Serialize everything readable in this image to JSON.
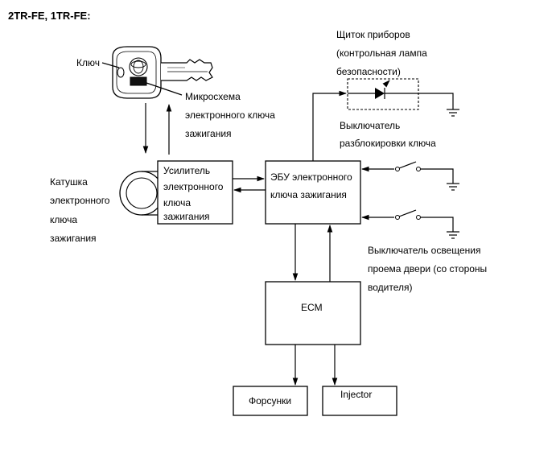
{
  "title": "2TR-FE, 1TR-FE:",
  "labels": {
    "key": "Ключ",
    "chip": [
      "Микросхема",
      "электронного ключа",
      "зажигания"
    ],
    "coil": [
      "Катушка",
      "электронного",
      "ключа",
      "зажигания"
    ],
    "cluster": [
      "Щиток приборов",
      "(контрольная лампа",
      "безопасности)"
    ],
    "unlock_switch": [
      "Выключатель",
      "разблокировки ключа"
    ],
    "door_switch": [
      "Выключатель освещения",
      "проема двери (со стороны",
      "водителя)"
    ]
  },
  "boxes": {
    "amplifier": [
      "Усилитель",
      "электронного",
      "ключа",
      "зажигания"
    ],
    "ecu": [
      "ЭБУ электронного",
      "ключа зажигания"
    ],
    "ecm": "ECM",
    "injectors_ru": "Форсунки",
    "injector_en": "Injector"
  },
  "icons": [
    "key-icon",
    "coil-icon",
    "led-icon",
    "ground-icon",
    "switch-icon",
    "arrow-icon"
  ]
}
